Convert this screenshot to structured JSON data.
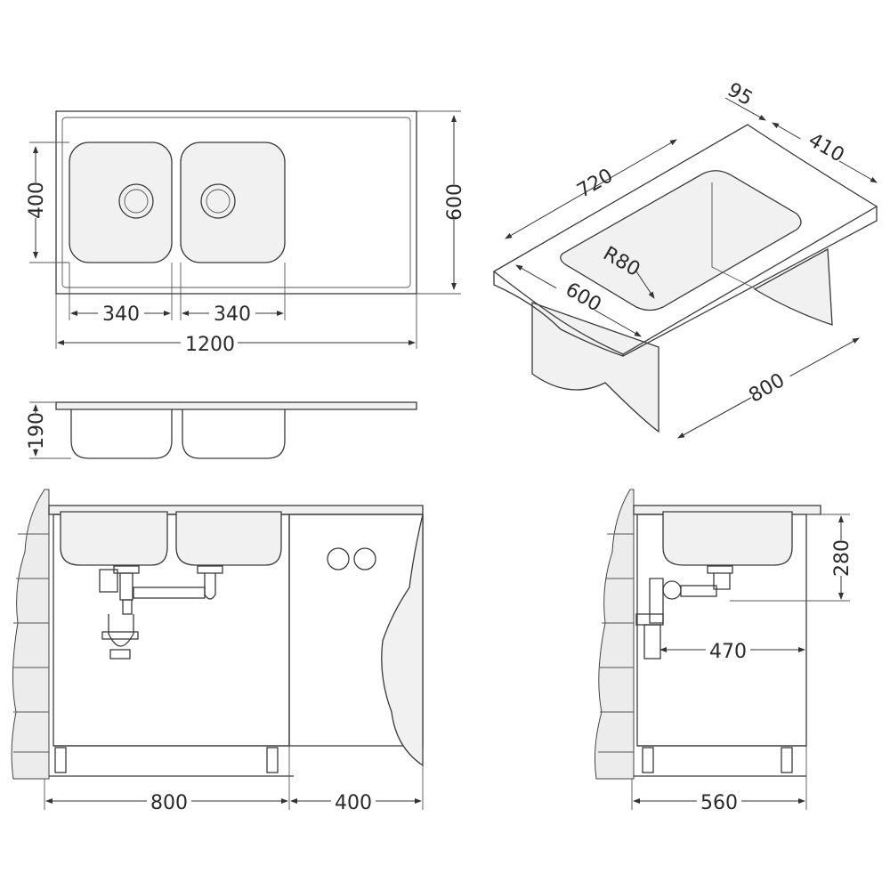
{
  "top_view": {
    "overall_length": "1200",
    "overall_width": "600",
    "bowl_height": "400",
    "bowl1_width": "340",
    "bowl2_width": "340"
  },
  "side_view": {
    "depth": "190"
  },
  "iso_view": {
    "top_depth": "95",
    "bowl_width": "410",
    "bowl_length": "720",
    "corner_radius": "R80",
    "width": "600",
    "cabinet": "800"
  },
  "front_view": {
    "cabinet_width": "800",
    "side_cabinet_width": "400"
  },
  "side_install_view": {
    "bowl_depth": "280",
    "drain_distance": "470",
    "cabinet_depth": "560"
  }
}
